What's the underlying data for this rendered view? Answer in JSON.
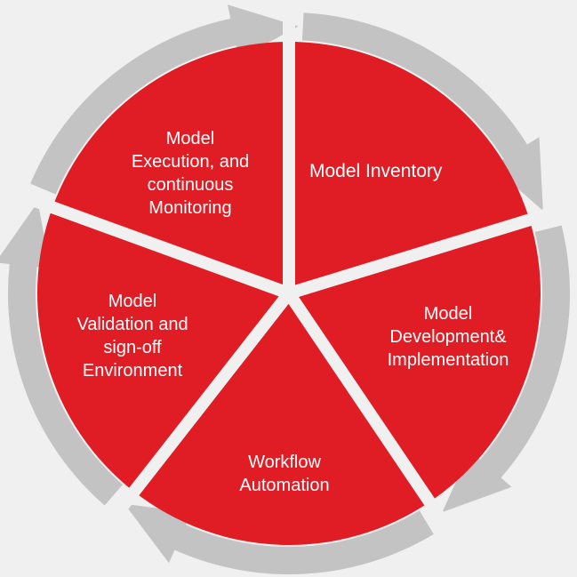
{
  "colors": {
    "background": "#f0f0f0",
    "segment": "#e01c24",
    "divider": "#f0f0f0",
    "arrow": "#c3c3c3",
    "label": "#ffffff"
  },
  "segments": [
    {
      "lines": [
        "Model Inventory"
      ]
    },
    {
      "lines": [
        "Model",
        "Development&",
        "Implementation"
      ]
    },
    {
      "lines": [
        "Workflow",
        "Automation"
      ]
    },
    {
      "lines": [
        "Model",
        "Validation and",
        "sign-off",
        "Environment"
      ]
    },
    {
      "lines": [
        "Model",
        "Execution, and",
        "continuous",
        "Monitoring"
      ]
    }
  ]
}
